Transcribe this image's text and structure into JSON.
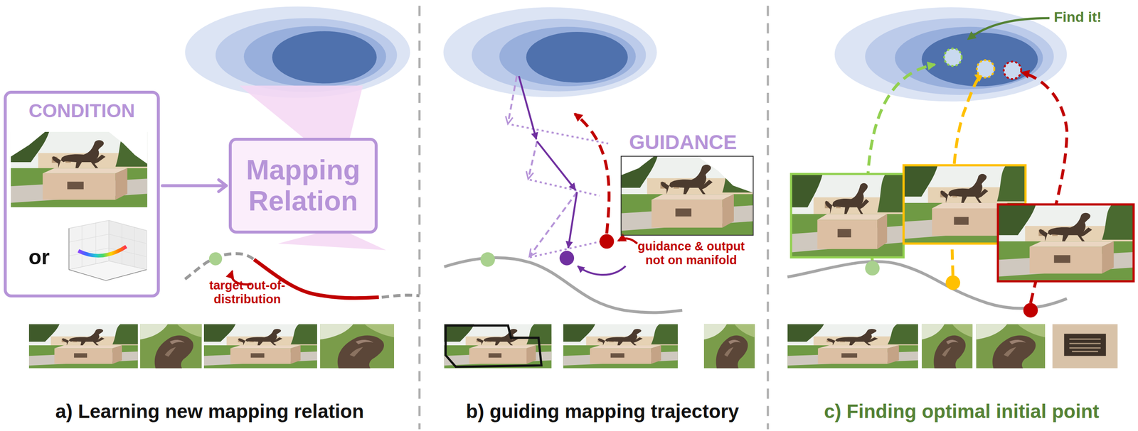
{
  "diagram": {
    "nodes": [
      {
        "text": [
          "CONDITION",
          "or"
        ]
      },
      {
        "text": [
          "Mapping Relation"
        ]
      },
      {
        "text": [
          "GUIDANCE"
        ]
      }
    ],
    "edges": [
      {
        "from": 0,
        "to": 1,
        "arrow": "to"
      }
    ],
    "labels": [
      "target out-of-distribution",
      "guidance & output not on manifold",
      "Find it!",
      "a) Learning new mapping relation",
      "b) guiding mapping trajectory",
      "c) Finding optimal initial point"
    ]
  }
}
